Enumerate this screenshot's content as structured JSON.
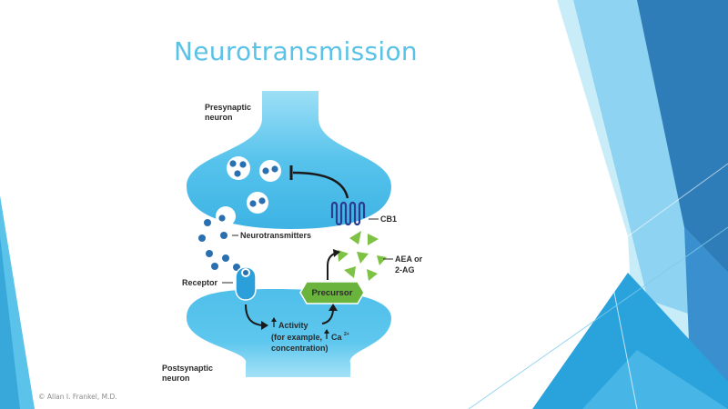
{
  "slide": {
    "title": "Neurotransmission",
    "copyright": "© Allan I. Frankel, M.D."
  },
  "diagram": {
    "labels": {
      "presynaptic_line1": "Presynaptic",
      "presynaptic_line2": "neuron",
      "cb1": "CB1",
      "neurotransmitters": "Neurotransmitters",
      "aea_line1": "AEA or",
      "aea_line2": "2-AG",
      "receptor": "Receptor",
      "precursor": "Precursor",
      "activity_line1": "Activity",
      "activity_line2": "(for example,",
      "activity_ca": "Ca",
      "activity_ca_sup": "2+",
      "activity_line3": "concentration)",
      "postsynaptic_line1": "Postsynaptic",
      "postsynaptic_line2": "neuron"
    },
    "colors": {
      "neuron": "#57c3ec",
      "vesicle_dot": "#2a6fb0",
      "receptor_cb1": "#2b3b8f",
      "ligand": "#7dc242",
      "precursor": "#6ab43e",
      "accent_blue": "#2b9fd9"
    }
  }
}
